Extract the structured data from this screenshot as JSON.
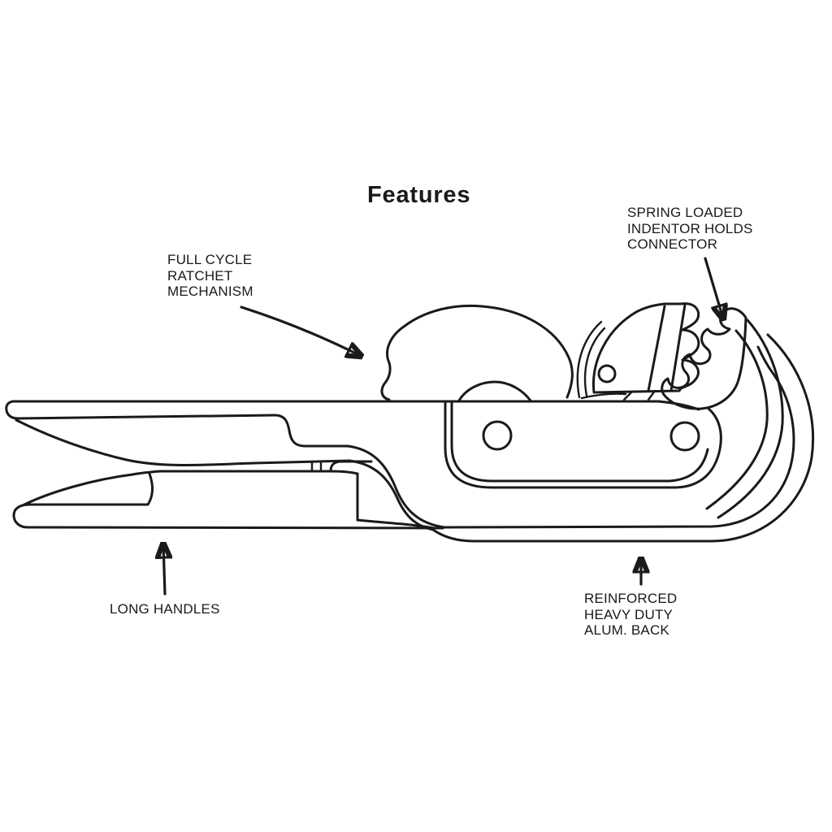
{
  "title": "Features",
  "illustration_alt": "Side-view technical line drawing of a ratchet crimping tool with long handles, ratchet mechanism hump, spring-loaded indentor teeth and reinforced aluminum back",
  "colors": {
    "ink": "#1a1a1a",
    "paper": "#ffffff"
  },
  "labels": {
    "spring": {
      "lines": [
        "SPRING LOADED",
        "INDENTOR HOLDS",
        "CONNECTOR"
      ]
    },
    "ratchet": {
      "lines": [
        "FULL CYCLE",
        "RATCHET",
        "MECHANISM"
      ]
    },
    "handles": {
      "lines": [
        "LONG HANDLES"
      ]
    },
    "back": {
      "lines": [
        "REINFORCED",
        "HEAVY DUTY",
        "ALUM. BACK"
      ]
    }
  }
}
